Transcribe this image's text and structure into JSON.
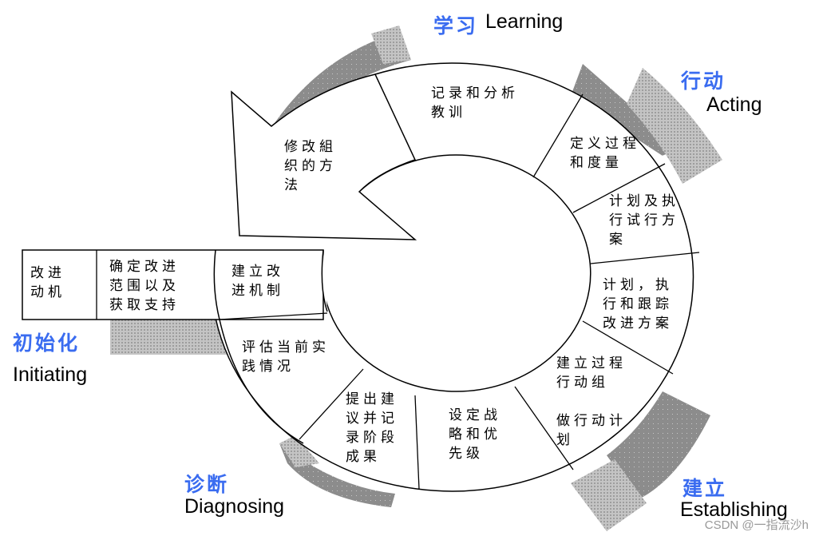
{
  "phases": {
    "learning": {
      "cn": "学习",
      "en": "Learning"
    },
    "acting": {
      "cn": "行动",
      "en": "Acting"
    },
    "initiating": {
      "cn": "初始化",
      "en": "Initiating"
    },
    "diagnosing": {
      "cn": "诊断",
      "en": "Diagnosing"
    },
    "establishing": {
      "cn": "建立",
      "en": "Establishing"
    }
  },
  "steps": {
    "stimulus": "改进\n动机",
    "context": "确定改进\n范围以及\n获取支持",
    "infrastructure": "建立改\n进机制",
    "characterize": "评估当前实\n践情况",
    "recommend": "提出建\n议并记\n录阶段\n成果",
    "priorities": "设定战\n略和优\n先级",
    "action_plan": "做行动计\n划",
    "team": "建立过程\n行动组",
    "implement": "计划，执\n行和跟踪\n改进方案",
    "pilot": "计划及执\n行试行方\n案",
    "refine": "定义过程\n和度量",
    "analyze": "记录和分析\n教训",
    "revise": "修改組\n织的方\n法"
  },
  "colors": {
    "accent": "#3a6cf0",
    "band_dark": "#8a8a8a",
    "band_light": "#bdbdbd"
  },
  "watermark": "CSDN @一指流沙h"
}
